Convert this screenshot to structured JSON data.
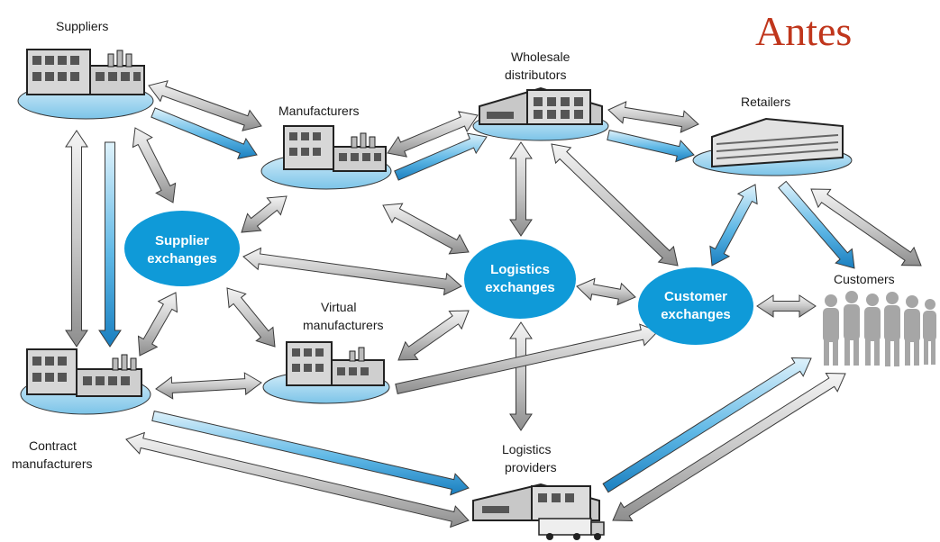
{
  "title": {
    "text": "Antes",
    "color": "#c0361c"
  },
  "colors": {
    "hub": "#0f9ad8",
    "pool": "#a8d9f0",
    "arrow_blue": "#1e90c8",
    "arrow_gray": "#9a9a9a"
  },
  "nodes": {
    "suppliers": "Suppliers",
    "manufacturers": "Manufacturers",
    "wholesale": [
      "Wholesale",
      "distributors"
    ],
    "retailers": "Retailers",
    "customers": "Customers",
    "virtual": [
      "Virtual",
      "manufacturers"
    ],
    "contract": [
      "Contract",
      "manufacturers"
    ],
    "logistics_providers": [
      "Logistics",
      "providers"
    ]
  },
  "hubs": {
    "supplier": [
      "Supplier",
      "exchanges"
    ],
    "logistics": [
      "Logistics",
      "exchanges"
    ],
    "customer": [
      "Customer",
      "exchanges"
    ]
  },
  "icons": {
    "factory": "factory-icon",
    "warehouse": "warehouse-icon",
    "store": "retail-building-icon",
    "people": "people-group-icon",
    "truck": "truck-icon"
  }
}
